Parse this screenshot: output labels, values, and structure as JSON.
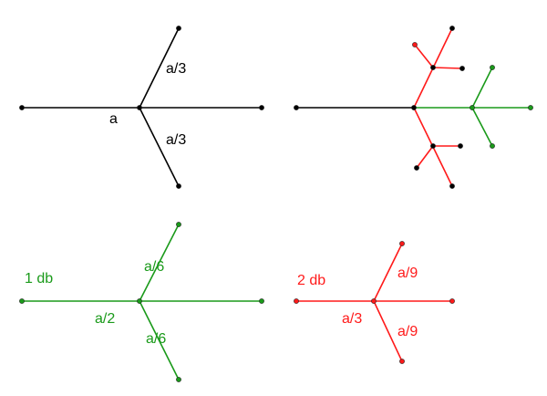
{
  "colors": {
    "black": "#000000",
    "green": "#1a9a1a",
    "red": "#ff1a1a"
  },
  "labels": {
    "top_left_main": "a",
    "top_left_upper": "a/3",
    "top_left_lower": "a/3",
    "bottom_left_count": "1 db",
    "bottom_left_main": "a/2",
    "bottom_left_upper": "a/6",
    "bottom_left_lower": "a/6",
    "bottom_right_count": "2 db",
    "bottom_right_main": "a/3",
    "bottom_right_upper": "a/9",
    "bottom_right_lower": "a/9"
  }
}
